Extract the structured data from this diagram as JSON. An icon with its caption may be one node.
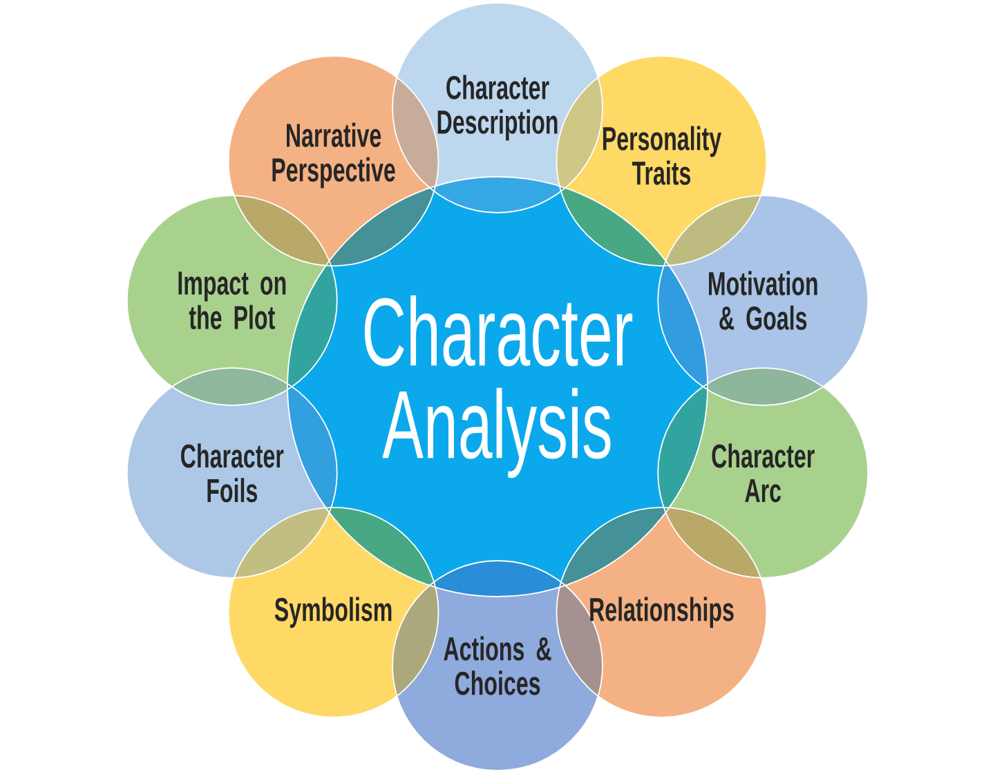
{
  "diagram": {
    "nodes": [
      {
        "text": [
          "Character Analysis"
        ]
      },
      {
        "text": [
          "Character Description"
        ]
      },
      {
        "text": [
          "Personality Traits"
        ]
      },
      {
        "text": [
          "Motivation & Goals"
        ]
      },
      {
        "text": [
          "Character Arc"
        ]
      },
      {
        "text": [
          "Relationships"
        ]
      },
      {
        "text": [
          "Actions & Choices"
        ]
      },
      {
        "text": [
          "Symbolism"
        ]
      },
      {
        "text": [
          "Character Foils"
        ]
      },
      {
        "text": [
          "Impact on the Plot"
        ]
      },
      {
        "text": [
          "Narrative Perspective"
        ]
      }
    ]
  }
}
